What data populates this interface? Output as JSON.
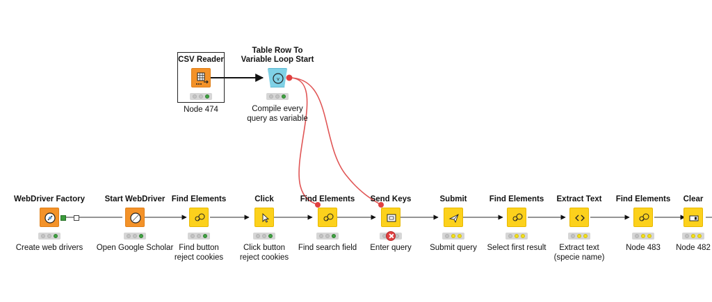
{
  "nodes": {
    "csv_reader": {
      "title": "CSV Reader",
      "label": "Node 474",
      "status": [
        "off",
        "off",
        "green"
      ]
    },
    "loop_start": {
      "title_line1": "Table Row To",
      "title_line2": "Variable Loop Start",
      "label_line1": "Compile every",
      "label_line2": "query as variable",
      "status": [
        "off",
        "off",
        "green"
      ]
    },
    "webdriver_factory": {
      "title": "WebDriver Factory",
      "label": "Create web drivers",
      "status": [
        "off",
        "off",
        "green"
      ]
    },
    "start_webdriver": {
      "title": "Start WebDriver",
      "label": "Open Google Scholar",
      "status": [
        "off",
        "off",
        "green"
      ]
    },
    "find_elements_1": {
      "title": "Find Elements",
      "label_line1": "Find button",
      "label_line2": "reject cookies",
      "status": [
        "off",
        "off",
        "green"
      ]
    },
    "click": {
      "title": "Click",
      "label_line1": "Click button",
      "label_line2": "reject cookies",
      "status": [
        "off",
        "off",
        "green"
      ]
    },
    "find_elements_2": {
      "title": "Find Elements",
      "label": "Find search field",
      "status": [
        "off",
        "off",
        "green"
      ]
    },
    "send_keys": {
      "title": "Send Keys",
      "label": "Enter query",
      "status": [
        "off",
        "error",
        "off"
      ]
    },
    "submit": {
      "title": "Submit",
      "label": "Submit query",
      "status": [
        "off",
        "yellow",
        "yellow"
      ]
    },
    "find_elements_3": {
      "title": "Find Elements",
      "label": "Select first result",
      "status": [
        "off",
        "yellow",
        "yellow"
      ]
    },
    "extract_text": {
      "title": "Extract Text",
      "label_line1": "Extract text",
      "label_line2": "(specie name)",
      "status": [
        "off",
        "yellow",
        "yellow"
      ]
    },
    "find_elements_4": {
      "title": "Find Elements",
      "label": "Node 483",
      "status": [
        "off",
        "yellow",
        "yellow"
      ]
    },
    "clear": {
      "title": "Clear",
      "label": "Node 482",
      "status": [
        "off",
        "yellow",
        "yellow"
      ]
    }
  },
  "colors": {
    "orange": "#f39229",
    "yellow": "#fcd11c",
    "cyan": "#7fd1e6",
    "variable_wire": "#e05555",
    "data_wire": "#555555",
    "status_green": "#41a343",
    "status_yellow": "#f4e01d",
    "status_error": "#e04040"
  },
  "icons": {
    "csv_reader": "table-read-icon",
    "loop_start": "variable-loop-icon",
    "webdriver_factory": "webdriver-factory-icon",
    "start_webdriver": "compass-icon",
    "find_elements": "find-elements-icon",
    "click": "cursor-icon",
    "send_keys": "keyboard-icon",
    "submit": "paper-plane-icon",
    "extract_text": "code-brackets-icon",
    "clear": "eraser-icon"
  }
}
